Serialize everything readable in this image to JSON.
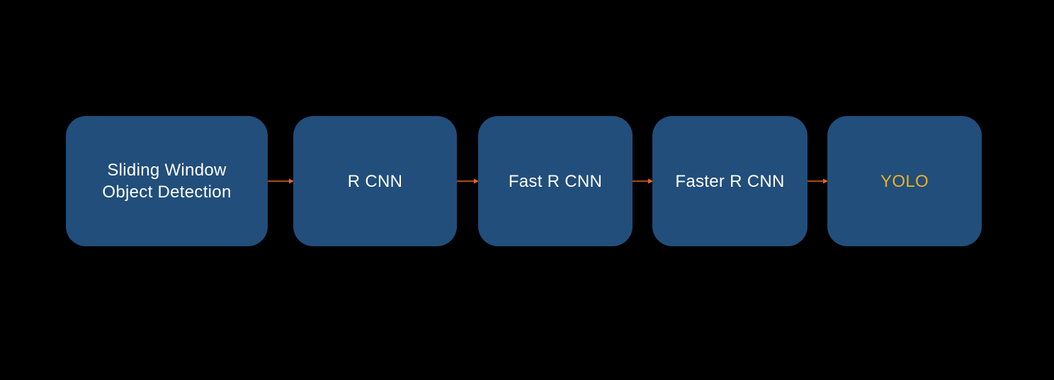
{
  "diagram": {
    "nodes": [
      {
        "label": "Sliding Window\nObject Detection"
      },
      {
        "label": "R CNN"
      },
      {
        "label": "Fast R CNN"
      },
      {
        "label": "Faster R CNN"
      },
      {
        "label": "YOLO"
      }
    ],
    "edges": [
      {
        "from": 0,
        "to": 1
      },
      {
        "from": 1,
        "to": 2
      },
      {
        "from": 2,
        "to": 3
      },
      {
        "from": 3,
        "to": 4
      }
    ],
    "colors": {
      "background": "#000000",
      "node_fill": "#214e7b",
      "node_text": "#ffffff",
      "highlight_text": "#f0b020",
      "arrow": "#e8641e"
    }
  }
}
